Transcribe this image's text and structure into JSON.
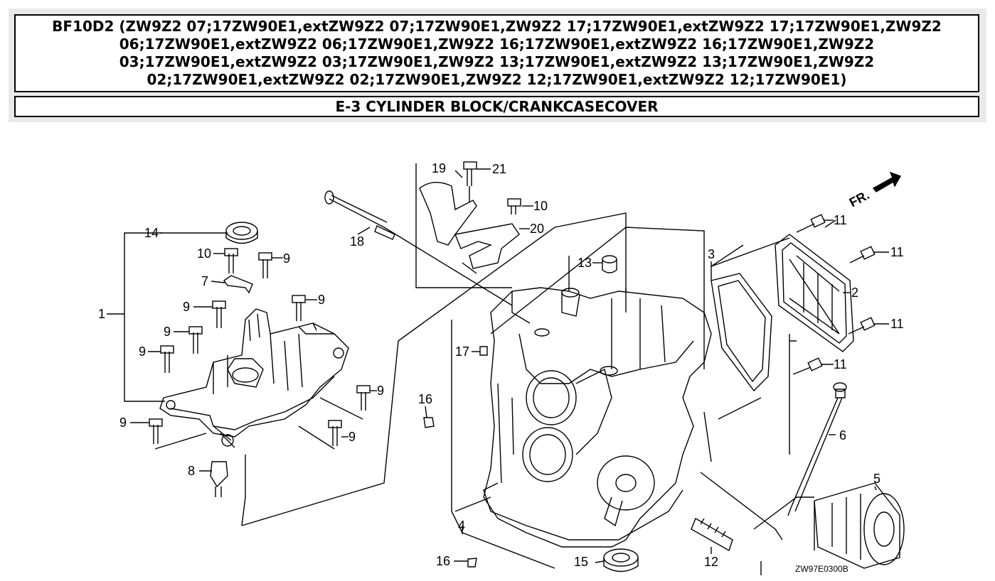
{
  "header": {
    "title": "BF10D2 (ZW9Z2 07;17ZW90E1,extZW9Z2 07;17ZW90E1,ZW9Z2 17;17ZW90E1,extZW9Z2 17;17ZW90E1,ZW9Z2 06;17ZW90E1,extZW9Z2 06;17ZW90E1,ZW9Z2 16;17ZW90E1,extZW9Z2 16;17ZW90E1,ZW9Z2 03;17ZW90E1,extZW9Z2 03;17ZW90E1,ZW9Z2 13;17ZW90E1,extZW9Z2 13;17ZW90E1,ZW9Z2 02;17ZW90E1,extZW9Z2 02;17ZW90E1,ZW9Z2 12;17ZW90E1,extZW9Z2 12;17ZW90E1)",
    "section": "E-3 CYLINDER BLOCK/CRANKCASECOVER"
  },
  "diagram": {
    "direction_label": "FR.",
    "drawing_code": "ZW97E0300B",
    "callouts": {
      "c1": "1",
      "c2": "2",
      "c3": "3",
      "c4": "4",
      "c5": "5",
      "c6": "6",
      "c7": "7",
      "c8": "8",
      "c9": "9",
      "c10": "10",
      "c11": "11",
      "c12": "12",
      "c13": "13",
      "c14": "14",
      "c15": "15",
      "c16": "16",
      "c17": "17",
      "c18": "18",
      "c19": "19",
      "c20": "20",
      "c21": "21"
    }
  }
}
